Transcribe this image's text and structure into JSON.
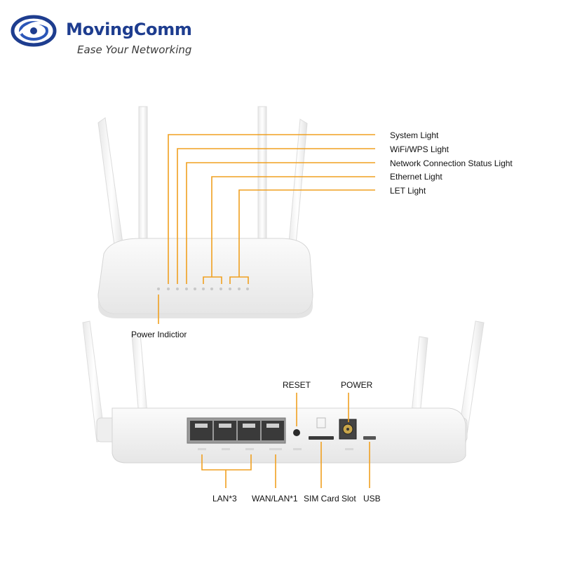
{
  "brand": {
    "name": "MovingComm",
    "tagline": "Ease Your Networking"
  },
  "front_view": {
    "indicator_labels": [
      "System Light",
      "WiFi/WPS Light",
      "Network Connection Status Light",
      "Ethernet Light",
      "LET Light"
    ],
    "power_label": "Power Indictior"
  },
  "back_view": {
    "top_labels": {
      "reset": "RESET",
      "power": "POWER"
    },
    "bottom_labels": {
      "lan": "LAN*3",
      "wan": "WAN/LAN*1",
      "sim": "SIM Card Slot",
      "usb": "USB"
    }
  },
  "colors": {
    "callout_line": "#f0a020",
    "brand_blue": "#1e3d8f",
    "router_body": "#f5f5f5"
  }
}
